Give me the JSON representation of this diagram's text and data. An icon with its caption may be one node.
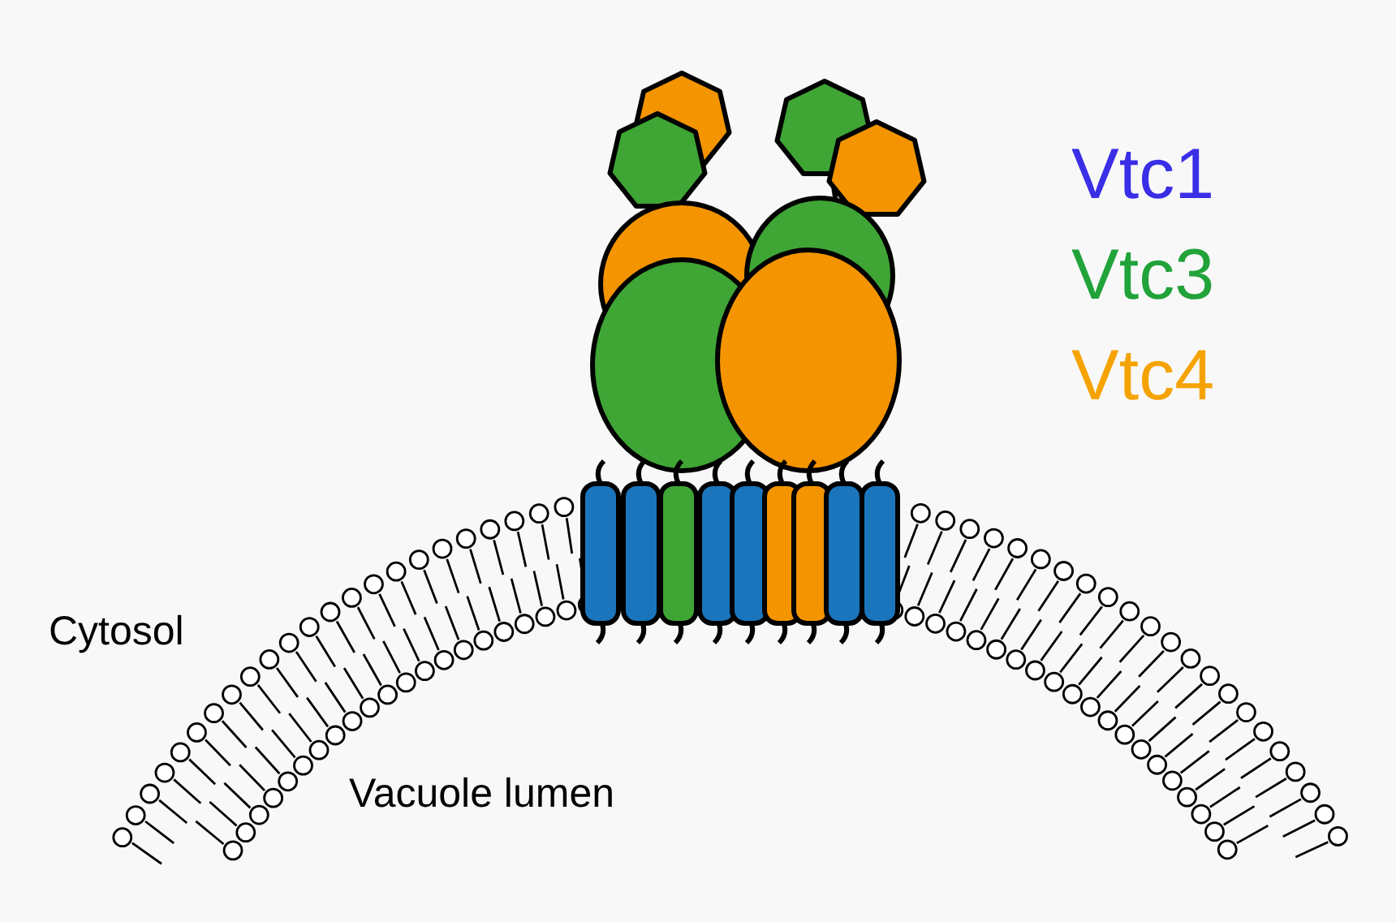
{
  "diagram": {
    "labels": [
      "Cytosol",
      "Vacuole lumen"
    ],
    "legend": [
      {
        "text": "Vtc1",
        "color": "#3a2ee6"
      },
      {
        "text": "Vtc3",
        "color": "#21a33a"
      },
      {
        "text": "Vtc4",
        "color": "#f5a300"
      }
    ]
  }
}
